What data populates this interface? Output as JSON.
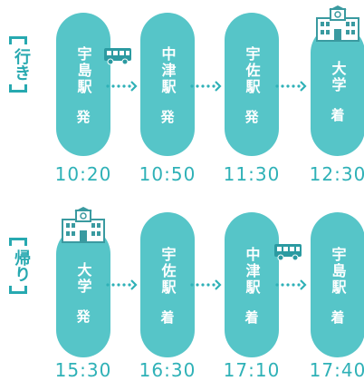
{
  "outbound": {
    "label": "行き",
    "stops": [
      {
        "name": "宇島駅",
        "verb": "発",
        "time": "10:20"
      },
      {
        "name": "中津駅",
        "verb": "発",
        "time": "10:50"
      },
      {
        "name": "宇佐駅",
        "verb": "発",
        "time": "11:30"
      },
      {
        "name": "大学",
        "verb": "着",
        "time": "12:30"
      }
    ]
  },
  "return": {
    "label": "帰り",
    "stops": [
      {
        "name": "大学",
        "verb": "発",
        "time": "15:30"
      },
      {
        "name": "宇佐駅",
        "verb": "着",
        "time": "16:30"
      },
      {
        "name": "中津駅",
        "verb": "着",
        "time": "17:10"
      },
      {
        "name": "宇島駅",
        "verb": "着",
        "time": "17:40"
      }
    ]
  },
  "icons": {
    "bus": "bus-icon",
    "school": "school-building-icon",
    "arrow": "dotted-arrow-icon"
  },
  "colors": {
    "pill": "#56c5c8",
    "text": "#2fb1b7",
    "label": "#27a9b0"
  }
}
